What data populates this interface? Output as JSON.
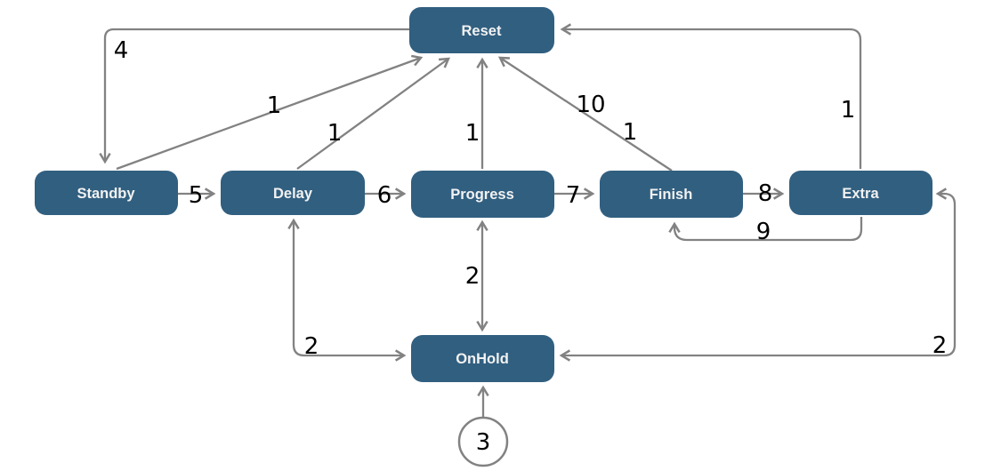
{
  "diagram": {
    "type": "state-transition-diagram",
    "nodes": [
      {
        "id": "reset",
        "label": "Reset"
      },
      {
        "id": "standby",
        "label": "Standby"
      },
      {
        "id": "delay",
        "label": "Delay"
      },
      {
        "id": "progress",
        "label": "Progress"
      },
      {
        "id": "finish",
        "label": "Finish"
      },
      {
        "id": "extra",
        "label": "Extra"
      },
      {
        "id": "onhold",
        "label": "OnHold"
      },
      {
        "id": "start",
        "label": "3",
        "shape": "circle"
      }
    ],
    "edges": [
      {
        "from": "Standby",
        "to": "Delay",
        "label": "5"
      },
      {
        "from": "Delay",
        "to": "Progress",
        "label": "6"
      },
      {
        "from": "Progress",
        "to": "Finish",
        "label": "7"
      },
      {
        "from": "Finish",
        "to": "Extra",
        "label": "8"
      },
      {
        "from": "Extra",
        "to": "Finish",
        "label": "9"
      },
      {
        "from": "Reset",
        "to": "Standby",
        "label": "4"
      },
      {
        "from": "Standby",
        "to": "Reset",
        "label": "1"
      },
      {
        "from": "Delay",
        "to": "Reset",
        "label": "1"
      },
      {
        "from": "Progress",
        "to": "Reset",
        "label": "1"
      },
      {
        "from": "Finish",
        "to": "Reset",
        "label": "10"
      },
      {
        "from": "Finish",
        "to": "Reset",
        "label": "1"
      },
      {
        "from": "Extra",
        "to": "Reset",
        "label": "1"
      },
      {
        "from": "Delay",
        "to": "OnHold",
        "label": "2",
        "bidirectional": true
      },
      {
        "from": "Progress",
        "to": "OnHold",
        "label": "2",
        "bidirectional": true
      },
      {
        "from": "Extra",
        "to": "OnHold",
        "label": "2",
        "bidirectional": true
      },
      {
        "from": "start",
        "to": "OnHold",
        "label": ""
      }
    ],
    "colors": {
      "node_fill": "#315f80",
      "node_text": "#f2f2f2",
      "edge_stroke": "#828282",
      "edge_label_text": "#000000",
      "background": "#ffffff"
    }
  }
}
